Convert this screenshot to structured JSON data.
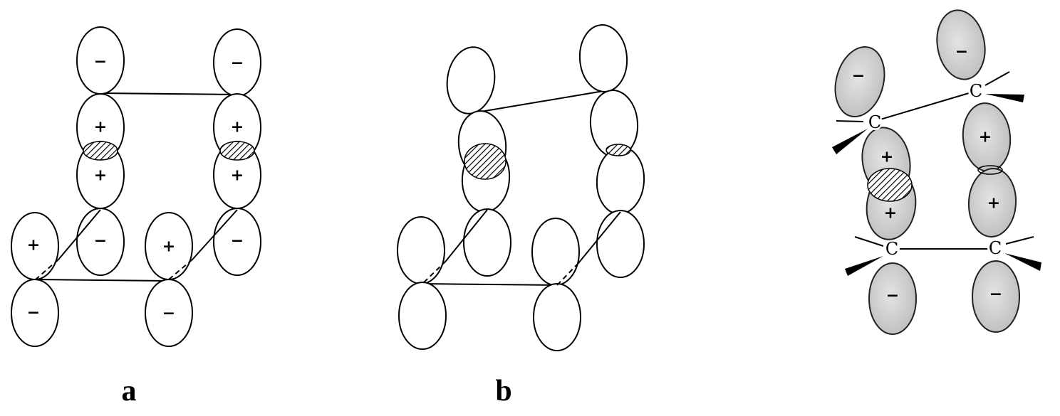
{
  "panels": [
    {
      "caption": "a",
      "signs": {
        "top_left": "−",
        "top_right": "−",
        "mid_left_upper": "+",
        "mid_right_upper": "+",
        "mid_left_lower": "+",
        "mid_right_lower": "+",
        "bottom_left_inner": "−",
        "bottom_right_inner": "−",
        "front_left_upper": "+",
        "front_right_upper": "+",
        "front_left_lower": "−",
        "front_right_lower": "−"
      }
    },
    {
      "caption": "b"
    },
    {
      "caption": "",
      "atoms": [
        "C",
        "C",
        "C",
        "C"
      ],
      "signs": {
        "top_left": "−",
        "top_right": "−",
        "mid_left_upper": "+",
        "mid_right_upper": "+",
        "mid_left_lower": "+",
        "mid_right_lower": "+",
        "bottom_left": "−",
        "bottom_right": "−"
      }
    }
  ],
  "colors": {
    "lobe_fill_shaded": "#cfcfcf",
    "stroke": "#000000",
    "background": "#ffffff"
  }
}
